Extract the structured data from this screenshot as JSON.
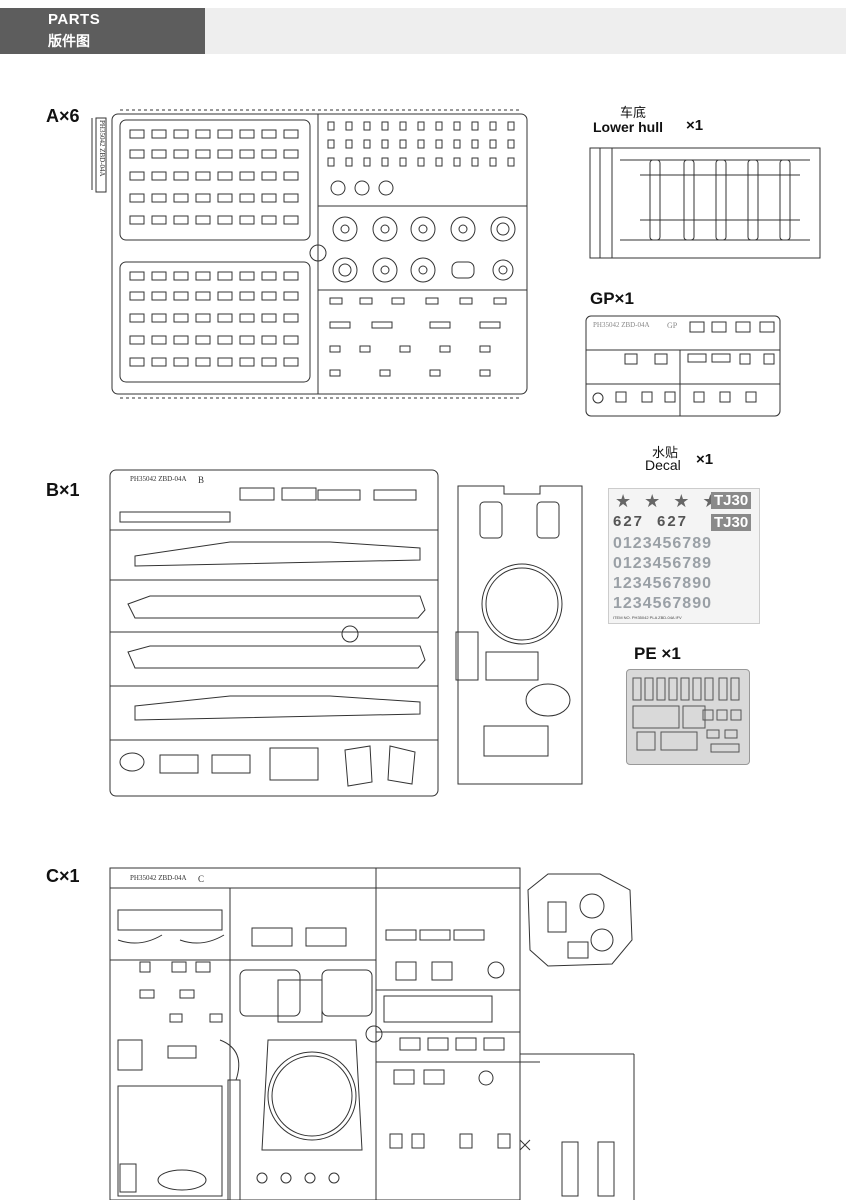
{
  "header": {
    "title": "PARTS",
    "subtitle": "版件图"
  },
  "sections": {
    "a": {
      "label": "A×6"
    },
    "b": {
      "label": "B×1"
    },
    "c": {
      "label": "C×1"
    }
  },
  "sprues": {
    "a_code": "PH35042  ZBD-04A",
    "a_letter": "A",
    "gp_code": "PH35042  ZBD-04A",
    "gp_letter": "GP",
    "b_code": "PH35042  ZBD-04A",
    "b_letter": "B",
    "c_code": "PH35042  ZBD-04A",
    "c_letter": "C"
  },
  "parts": {
    "lower_hull": {
      "cn": "车底",
      "en": "Lower hull",
      "qty": "×1"
    },
    "gp": {
      "label": "GP×1"
    },
    "decal": {
      "cn": "水贴",
      "en": "Decal",
      "qty": "×1"
    },
    "pe": {
      "label": "PE ×1"
    }
  },
  "decal_sheet": {
    "stars": "★ ★ ★ ★",
    "badge": "TJ30",
    "row2_a": "627",
    "row2_b": "627",
    "digits_row1": "0123456789",
    "digits_row2": "0123456789",
    "digits_row3": "1234567890",
    "digits_row4": "1234567890",
    "footer": "ITEM NO. PH35042   PLA ZBD-04A IFV"
  },
  "colors": {
    "header_dark": "#5d5d5d",
    "header_light": "#eeeeee",
    "line": "#333333"
  }
}
